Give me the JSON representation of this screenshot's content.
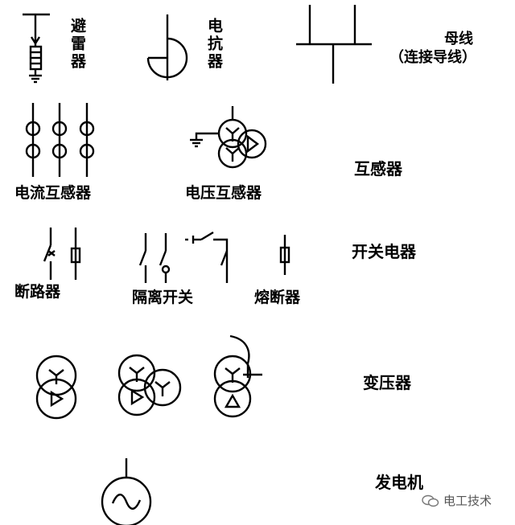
{
  "symbols": {
    "arrester": "避雷器",
    "reactor": "电抗器",
    "busbar": "母线",
    "busbar_sub": "（连接导线）",
    "current_transformer": "电流互感器",
    "voltage_transformer": "电压互感器",
    "breaker": "断路器",
    "disconnector": "隔离开关",
    "fuse": "熔断器",
    "generator": "发电机"
  },
  "groups": {
    "mutual_inductor": "互感器",
    "switchgear": "开关电器",
    "transformer": "变压器"
  },
  "watermark": {
    "text": "电工技术",
    "icon": "wechat-icon"
  }
}
